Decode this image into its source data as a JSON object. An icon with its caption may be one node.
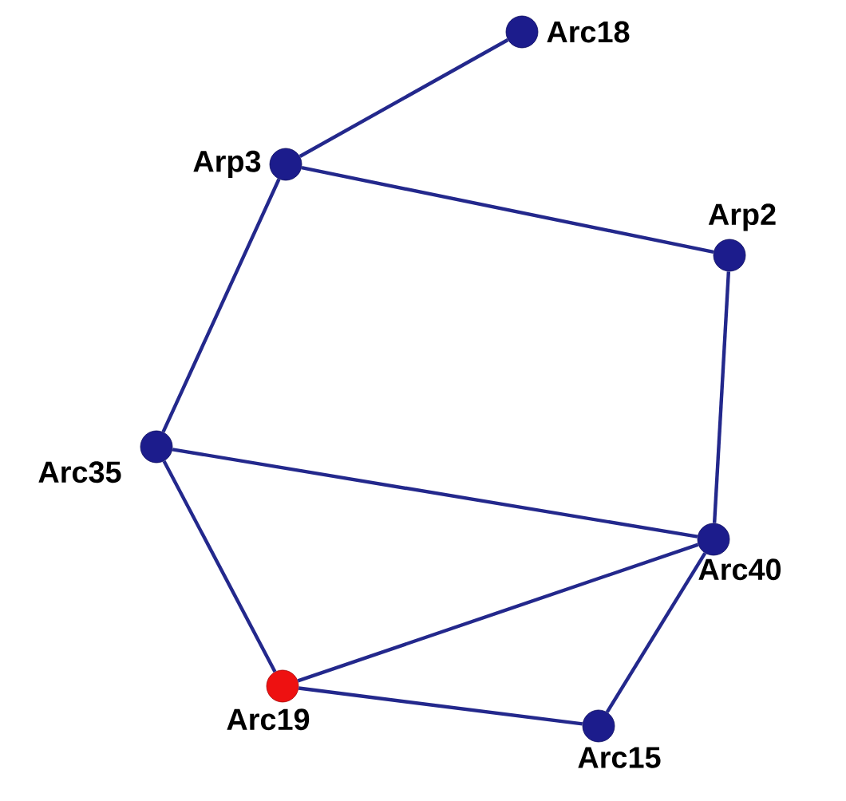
{
  "diagram": {
    "nodes": [
      {
        "text": [],
        "shape": "circle",
        "beside": [
          "Arc18"
        ]
      },
      {
        "text": [],
        "shape": "circle",
        "beside": [
          "Arp3"
        ]
      },
      {
        "text": [],
        "shape": "circle",
        "beside": [
          "Arp2"
        ]
      },
      {
        "text": [],
        "shape": "circle",
        "beside": [
          "Arc35"
        ]
      },
      {
        "text": [],
        "shape": "circle",
        "beside": [
          "Arc40"
        ]
      },
      {
        "text": [],
        "shape": "circle",
        "beside": [
          "Arc19"
        ]
      },
      {
        "text": [],
        "shape": "circle",
        "beside": [
          "Arc15"
        ]
      }
    ],
    "edges": [
      {
        "from": 0,
        "to": 1,
        "arrow": "none"
      },
      {
        "from": 1,
        "to": 2,
        "arrow": "none"
      },
      {
        "from": 1,
        "to": 3,
        "arrow": "none"
      },
      {
        "from": 2,
        "to": 4,
        "arrow": "none"
      },
      {
        "from": 3,
        "to": 4,
        "arrow": "none"
      },
      {
        "from": 3,
        "to": 5,
        "arrow": "none"
      },
      {
        "from": 5,
        "to": 4,
        "arrow": "none"
      },
      {
        "from": 5,
        "to": 6,
        "arrow": "none"
      },
      {
        "from": 6,
        "to": 4,
        "arrow": "none"
      }
    ]
  }
}
